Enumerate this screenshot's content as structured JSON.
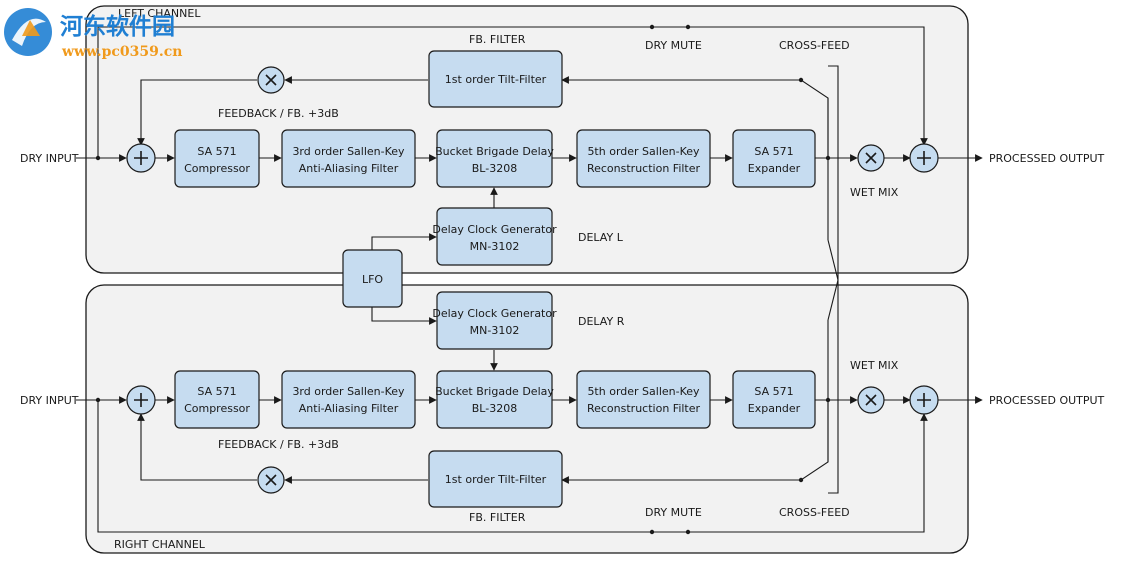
{
  "watermark": {
    "title": "河东软件园",
    "url": "www.pc0359.cn",
    "color": "#1f7fd3",
    "accent": "#f09a1c"
  },
  "colors": {
    "block_fill": "#c6dcf0",
    "panel_fill": "#f2f2f2",
    "stroke": "#1a1a1a"
  },
  "left": {
    "channel_label": "LEFT CHANNEL",
    "dry_input": "DRY INPUT",
    "processed_output": "PROCESSED  OUTPUT",
    "feedback_label": "FEEDBACK / FB. +3dB",
    "fb_filter_label": "FB. FILTER",
    "dry_mute_label": "DRY MUTE",
    "cross_feed_label": "CROSS-FEED",
    "wet_mix_label": "WET MIX",
    "delay_label": "DELAY L",
    "blocks": {
      "tilt": {
        "lines": [
          "1st order Tilt-Filter"
        ]
      },
      "compressor": {
        "lines": [
          "SA 571",
          "Compressor"
        ]
      },
      "antialias": {
        "lines": [
          "3rd order Sallen-Key",
          "Anti-Aliasing Filter"
        ]
      },
      "bbd": {
        "lines": [
          "Bucket Brigade Delay",
          "BL-3208"
        ]
      },
      "recon": {
        "lines": [
          "5th order Sallen-Key",
          "Reconstruction Filter"
        ]
      },
      "expander": {
        "lines": [
          "SA 571",
          "Expander"
        ]
      },
      "clock": {
        "lines": [
          "Delay Clock Generator",
          "MN-3102"
        ]
      }
    }
  },
  "right": {
    "channel_label": "RIGHT CHANNEL",
    "dry_input": "DRY INPUT",
    "processed_output": "PROCESSED  OUTPUT",
    "feedback_label": "FEEDBACK / FB. +3dB",
    "fb_filter_label": "FB. FILTER",
    "dry_mute_label": "DRY MUTE",
    "cross_feed_label": "CROSS-FEED",
    "wet_mix_label": "WET MIX",
    "delay_label": "DELAY R",
    "blocks": {
      "tilt": {
        "lines": [
          "1st order Tilt-Filter"
        ]
      },
      "compressor": {
        "lines": [
          "SA 571",
          "Compressor"
        ]
      },
      "antialias": {
        "lines": [
          "3rd order Sallen-Key",
          "Anti-Aliasing Filter"
        ]
      },
      "bbd": {
        "lines": [
          "Bucket Brigade Delay",
          "BL-3208"
        ]
      },
      "recon": {
        "lines": [
          "5th order Sallen-Key",
          "Reconstruction Filter"
        ]
      },
      "expander": {
        "lines": [
          "SA 571",
          "Expander"
        ]
      },
      "clock": {
        "lines": [
          "Delay Clock Generator",
          "MN-3102"
        ]
      }
    }
  },
  "lfo": {
    "label": "LFO"
  },
  "symbols": {
    "sum": "+",
    "multiply": "×"
  }
}
